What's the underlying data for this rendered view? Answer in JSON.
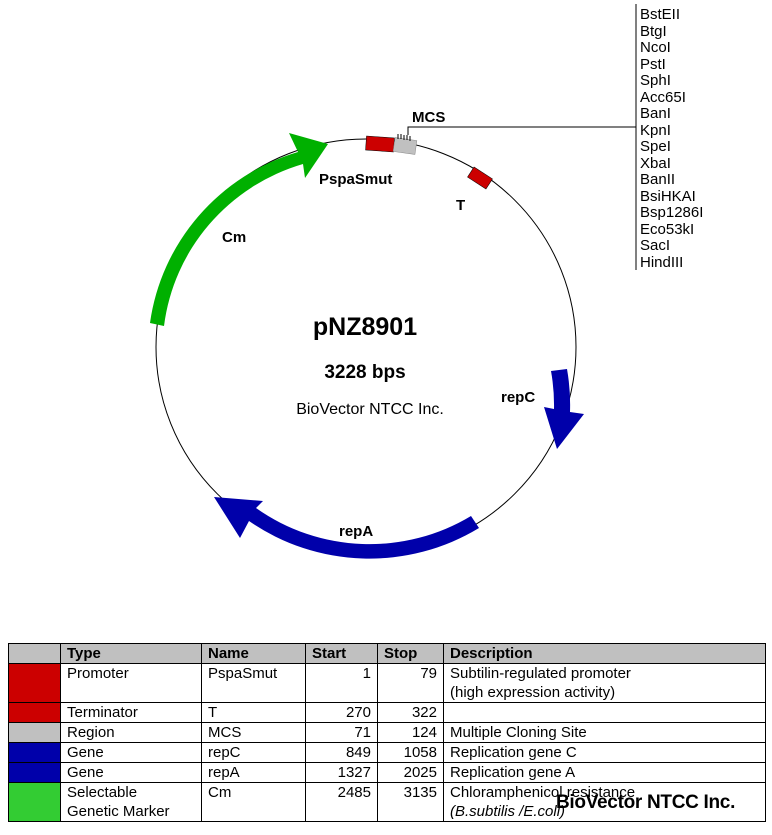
{
  "plasmid": {
    "name": "pNZ8901",
    "size_label": "3228 bps",
    "company": "BioVector NTCC Inc."
  },
  "map_labels": {
    "mcs": "MCS",
    "promoter": "PspaSmut",
    "terminator": "T",
    "cm": "Cm",
    "repc": "repC",
    "repa": "repA"
  },
  "restriction_sites": [
    "BstEII",
    "BtgI",
    "NcoI",
    "PstI",
    "SphI",
    "Acc65I",
    "BanI",
    "KpnI",
    "SpeI",
    "XbaI",
    "BanII",
    "BsiHKAI",
    "Bsp1286I",
    "Eco53kI",
    "SacI",
    "HindIII"
  ],
  "colors": {
    "promoter": "#cc0000",
    "terminator": "#cc0000",
    "region": "#c0c0c0",
    "gene": "#0000aa",
    "marker": "#33cc33",
    "cm_arrow": "#00b000"
  },
  "table": {
    "headers": [
      "Type",
      "Name",
      "Start",
      "Stop",
      "Description"
    ],
    "rows": [
      {
        "color": "#cc0000",
        "type": "Promoter",
        "name": "PspaSmut",
        "start": "1",
        "stop": "79",
        "desc": "Subtilin-regulated promoter",
        "desc2": "(high expression activity)"
      },
      {
        "color": "#cc0000",
        "type": "Terminator",
        "name": "T",
        "start": "270",
        "stop": "322",
        "desc": "",
        "desc2": ""
      },
      {
        "color": "#c0c0c0",
        "type": "Region",
        "name": "MCS",
        "start": "71",
        "stop": "124",
        "desc": "Multiple Cloning Site",
        "desc2": ""
      },
      {
        "color": "#0000aa",
        "type": "Gene",
        "name": "repC",
        "start": "849",
        "stop": "1058",
        "desc": "Replication gene C",
        "desc2": ""
      },
      {
        "color": "#0000aa",
        "type": "Gene",
        "name": "repA",
        "start": "1327",
        "stop": "2025",
        "desc": "Replication gene A",
        "desc2": ""
      },
      {
        "color": "#33cc33",
        "type": "Selectable",
        "type2": "Genetic Marker",
        "name": "Cm",
        "start": "2485",
        "stop": "3135",
        "desc": "Chloramphenicol resistance",
        "desc2": "(B.subtilis /E.coli)"
      }
    ]
  },
  "watermark": "BioVector NTCC Inc."
}
